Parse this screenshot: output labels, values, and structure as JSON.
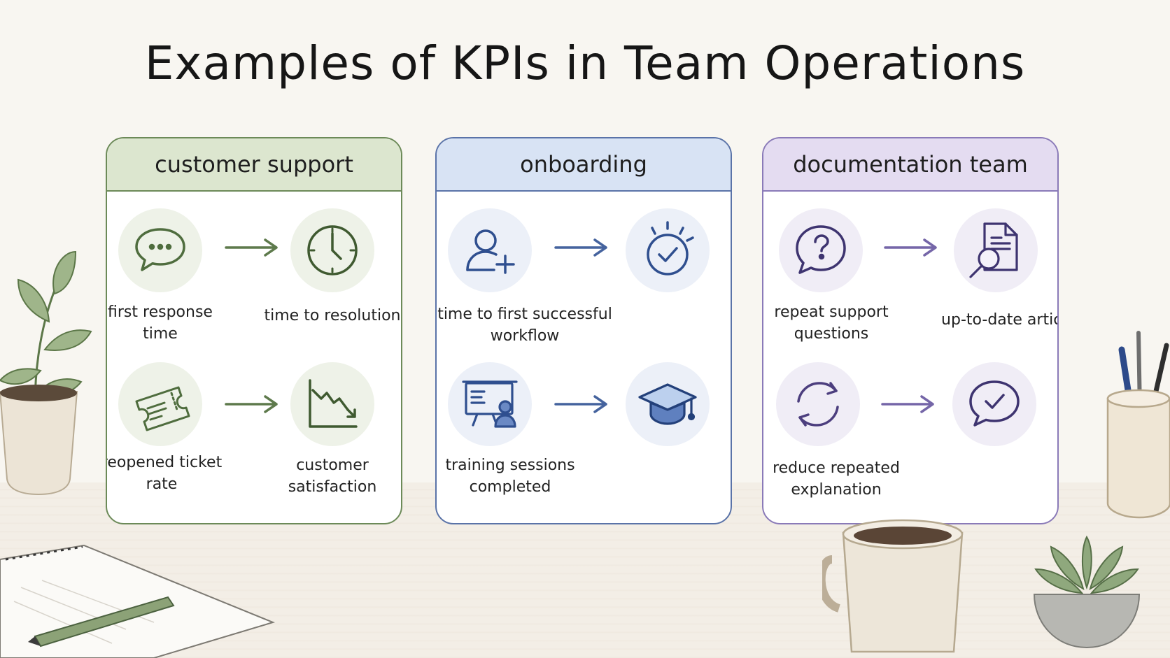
{
  "title": "Examples of KPIs in Team Operations",
  "colors": {
    "customer_support": "#4f6d3e",
    "onboarding": "#2f4f8f",
    "documentation_team": "#4c3e7e"
  },
  "panels": [
    {
      "heading": "customer support",
      "metrics": [
        {
          "label": "first response time",
          "icon": "chat-bubble-icon"
        },
        {
          "label": "time to resolution",
          "icon": "clock-icon"
        },
        {
          "label": "reopened ticket rate",
          "icon": "ticket-icon"
        },
        {
          "label": "customer satisfaction",
          "icon": "declining-chart-icon"
        }
      ]
    },
    {
      "heading": "onboarding",
      "metrics": [
        {
          "label": "time to first successful workflow",
          "icon": "add-user-icon"
        },
        {
          "label": "",
          "icon": "check-badge-icon"
        },
        {
          "label": "training sessions completed",
          "icon": "presentation-icon"
        },
        {
          "label": "",
          "icon": "graduation-cap-icon"
        }
      ]
    },
    {
      "heading": "documentation team",
      "metrics": [
        {
          "label": "repeat support questions",
          "icon": "question-bubble-icon"
        },
        {
          "label": "up-to-date article",
          "icon": "document-search-icon"
        },
        {
          "label": "reduce repeated explanation",
          "icon": "refresh-cycle-icon"
        },
        {
          "label": "",
          "icon": "check-bubble-icon"
        }
      ]
    }
  ]
}
